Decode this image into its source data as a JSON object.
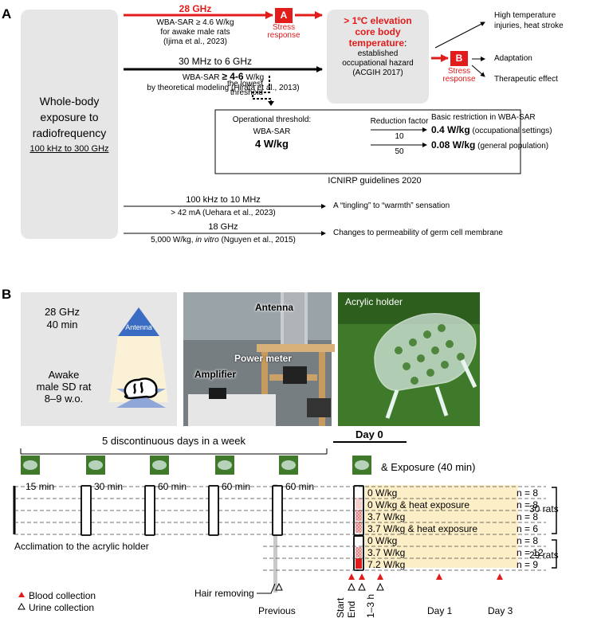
{
  "panel_a": {
    "letter": "A",
    "source_box": {
      "line1": "Whole-body",
      "line2": "exposure to",
      "line3": "radiofrequency",
      "range": "100 kHz to 300 GHz"
    },
    "red_arrow": {
      "freq": "28 GHz",
      "line1": "WBA-SAR ≥ 4.6 W/kg",
      "line2": "for awake male rats",
      "line3": "(Ijima et al., 2023)"
    },
    "box_a": {
      "label": "A",
      "caption1": "Stress",
      "caption2": "response"
    },
    "black_arrow": {
      "freq": "30 MHz to 6 GHz",
      "line1_prefix": "WBA-SAR ",
      "line1_bold": "≥ 4-6",
      "line1_suffix": " W/kg",
      "line2": "by theoretical modeling (Hirata et al., 2013)"
    },
    "hazard_box": {
      "title1": "> 1ºC elevation",
      "title2": "core body",
      "title3": "temperature",
      "title_colon": ":",
      "line1": "established",
      "line2": "occupational hazard",
      "line3": "(ACGIH 2017)"
    },
    "box_b": {
      "label": "B",
      "caption1": "Stress",
      "caption2": "response"
    },
    "outcomes": {
      "high1": "High temperature",
      "high2": "injuries, heat stroke",
      "adaptation": "Adaptation",
      "therapeutic": "Therapeutic effect"
    },
    "lowest": {
      "line1": "the lowest",
      "line2": "threshold"
    },
    "icnirp_box": {
      "op_label": "Operational threshold:",
      "wba_label": "WBA-SAR",
      "op_value": "4 W/kg",
      "reduction_label": "Reduction factor",
      "factor_10": "10",
      "factor_50": "50",
      "basic_label": "Basic restriction in WBA-SAR",
      "occ_value": "0.4 W/kg",
      "occ_label": " (occupational settings)",
      "gen_value": "0.08 W/kg",
      "gen_label": " (general population)",
      "caption": "ICNIRP guidelines 2020"
    },
    "lower_arrows": [
      {
        "top": "100 kHz to 10 MHz",
        "bottom": "> 42 mA (Uehara et al., 2023)",
        "effect": "A “tingling” to “warmth” sensation"
      },
      {
        "top": "18 GHz",
        "bottom_pre": "5,000 W/kg, ",
        "bottom_italic": "in vitro",
        "bottom_post": " (Nguyen et al., 2015)",
        "effect": "Changes to permeability of germ cell membrane"
      }
    ]
  },
  "panel_b": {
    "letter": "B",
    "schematic": {
      "freq": "28 GHz",
      "duration": "40 min",
      "antenna": "Antenna",
      "animal1": "Awake",
      "animal2": "male SD rat",
      "animal3": "8–9 w.o."
    },
    "photo": {
      "antenna": "Antenna",
      "power_meter": "Power meter",
      "amplifier": "Amplifier"
    },
    "holder_label": "Acrylic holder",
    "timeline": {
      "days_label": "5 discontinuous days in a week",
      "day0": "Day 0",
      "exposure": "& Exposure (40 min)",
      "durations": [
        "15 min",
        "30 min",
        "60 min",
        "60 min",
        "60 min"
      ],
      "acclimation": "Acclimation to the acrylic holder",
      "hair": "Hair removing",
      "groups": [
        {
          "label": "0 W/kg",
          "n": "n = 8"
        },
        {
          "label": "0 W/kg & heat exposure",
          "n": "n = 8"
        },
        {
          "label": "3.7 W/kg",
          "n": "n = 8"
        },
        {
          "label": "3.7 W/kg & heat exposure",
          "n": "n = 6"
        },
        {
          "label": "0 W/kg",
          "n": "n = 8"
        },
        {
          "label": "3.7 W/kg",
          "n": "n = 12"
        },
        {
          "label": "7.2 W/kg",
          "n": "n = 9"
        }
      ],
      "total1": "30 rats",
      "total2": "29 rats",
      "legend_blood": "Blood collection",
      "legend_urine": "Urine collection",
      "points": {
        "previous": "Previous",
        "start": "Start",
        "end": "End",
        "h13": "1–3 h",
        "day1": "Day 1",
        "day3": "Day 3"
      }
    },
    "colors": {
      "red": "#e21b1b",
      "grey_box": "#e6e6e6",
      "band": "#fcefc8",
      "antenna_blue": "#3b6cc4"
    }
  }
}
